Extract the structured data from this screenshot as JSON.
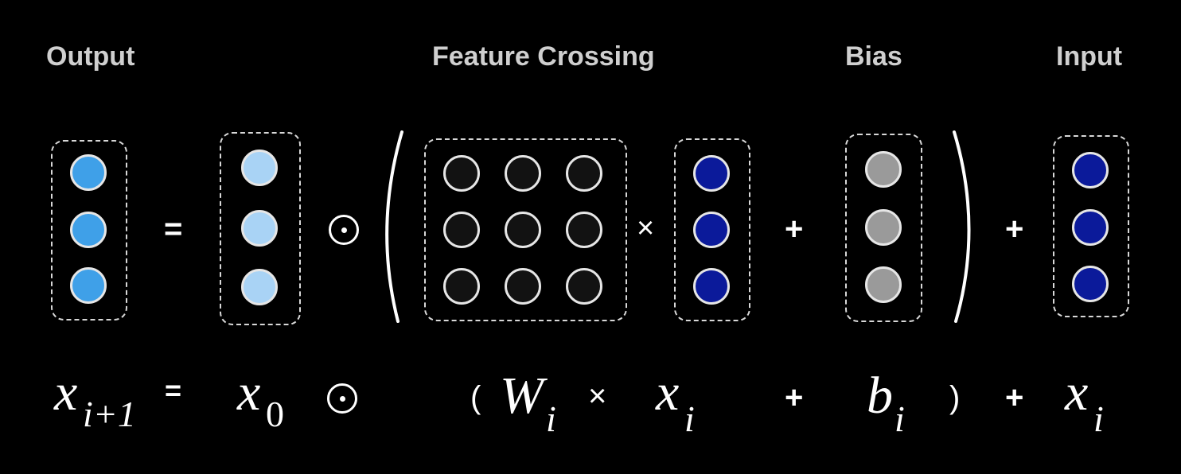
{
  "headers": {
    "output": "Output",
    "feature_crossing": "Feature Crossing",
    "bias": "Bias",
    "input": "Input"
  },
  "operators": {
    "equals": "=",
    "times": "×",
    "plus": "+",
    "open_paren": "(",
    "close_paren": ")"
  },
  "formula": {
    "x": "x",
    "x_next_sub": "i+1",
    "x0_sub": "0",
    "W": "W",
    "sub_i": "i",
    "b": "b"
  },
  "colors": {
    "output_node": "#3fa0e8",
    "x0_node": "#a9d3f5",
    "weight_node": "#121212",
    "xi_node": "#0b1a9a",
    "bias_node": "#9a9a9a",
    "input_node": "#0b1a9a"
  }
}
